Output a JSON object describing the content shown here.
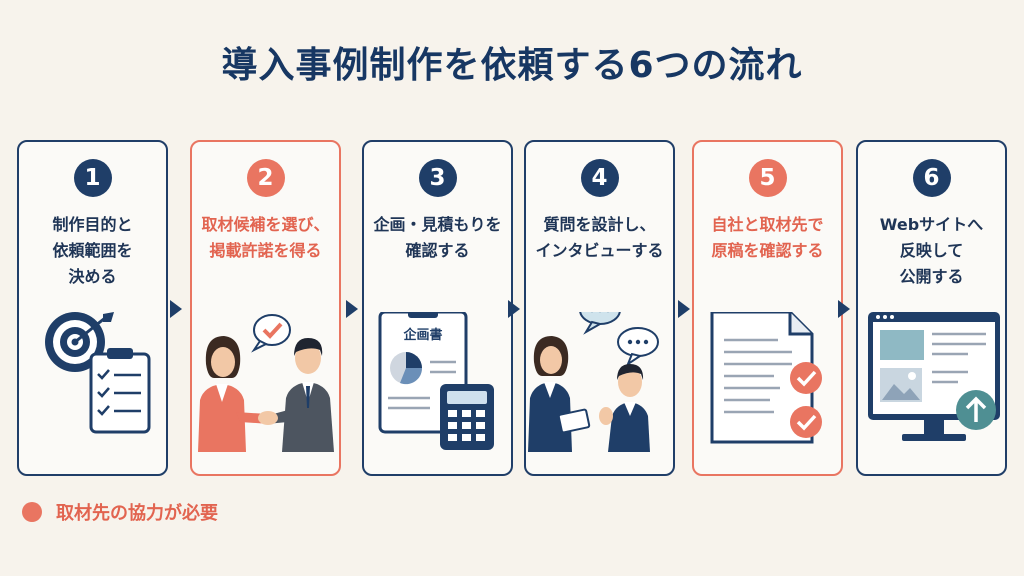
{
  "title": "導入事例制作を依頼する6つの流れ",
  "steps": [
    {
      "number": "1",
      "lines": [
        "制作目的と",
        "依頼範囲を",
        "決める"
      ],
      "partner": false
    },
    {
      "number": "2",
      "lines": [
        "取材候補を選び、",
        "掲載許諾を得る"
      ],
      "partner": true
    },
    {
      "number": "3",
      "lines": [
        "企画・見積もりを",
        "確認する"
      ],
      "partner": false,
      "doc_label": "企画書"
    },
    {
      "number": "4",
      "lines": [
        "質問を設計し、",
        "インタビューする"
      ],
      "partner": false
    },
    {
      "number": "5",
      "lines": [
        "自社と取材先で",
        "原稿を確認する"
      ],
      "partner": true
    },
    {
      "number": "6",
      "lines": [
        "Webサイトへ",
        "反映して",
        "公開する"
      ],
      "partner": false
    }
  ],
  "legend": {
    "text": "取材先の協力が必要",
    "color": "#e97561"
  },
  "colors": {
    "navy": "#1f3e68",
    "coral": "#e97561",
    "background": "#f7f3ec"
  }
}
